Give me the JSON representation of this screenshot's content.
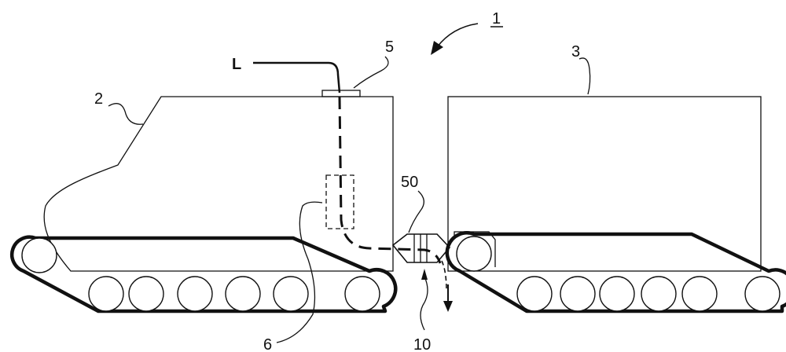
{
  "labels": {
    "assembly": "1",
    "front_vehicle": "2",
    "rear_vehicle": "3",
    "inlet": "5",
    "tank": "6",
    "coupling": "50",
    "outlet": "10",
    "line": "L"
  }
}
